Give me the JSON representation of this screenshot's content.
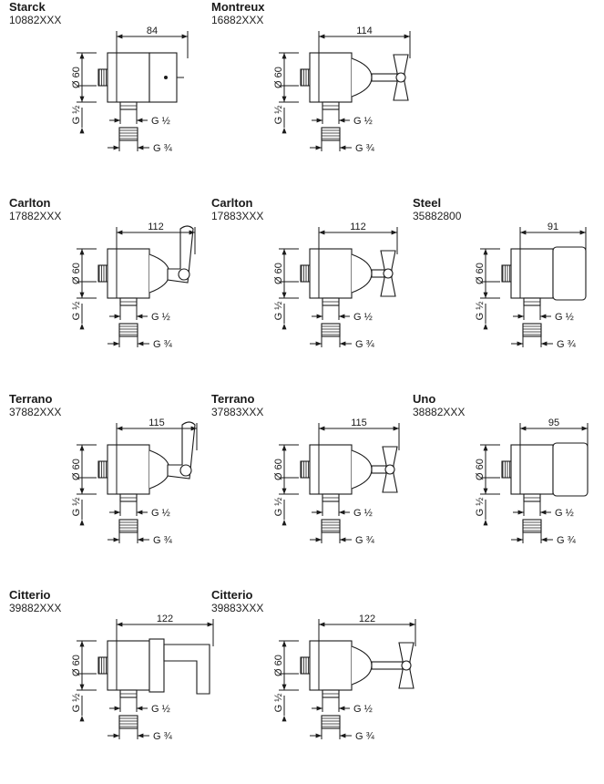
{
  "products": [
    {
      "name": "Starck",
      "code": "10882XXX",
      "width_dim": "84",
      "handle": "knob",
      "diameter": "Ø 60",
      "inlet_thread": "G ½",
      "nut_thread": "G ½",
      "outlet_thread": "G ¾"
    },
    {
      "name": "Montreux",
      "code": "16882XXX",
      "width_dim": "114",
      "handle": "cross",
      "diameter": "Ø 60",
      "inlet_thread": "G ½",
      "nut_thread": "G ½",
      "outlet_thread": "G ¾"
    },
    {
      "name": "Carlton",
      "code": "17882XXX",
      "width_dim": "112",
      "handle": "lever",
      "diameter": "Ø 60",
      "inlet_thread": "G ½",
      "nut_thread": "G ½",
      "outlet_thread": "G ¾"
    },
    {
      "name": "Carlton",
      "code": "17883XXX",
      "width_dim": "112",
      "handle": "cross",
      "diameter": "Ø 60",
      "inlet_thread": "G ½",
      "nut_thread": "G ½",
      "outlet_thread": "G ¾"
    },
    {
      "name": "Steel",
      "code": "35882800",
      "width_dim": "91",
      "handle": "block",
      "diameter": "Ø 60",
      "inlet_thread": "G ½",
      "nut_thread": "G ½",
      "outlet_thread": "G ¾"
    },
    {
      "name": "Terrano",
      "code": "37882XXX",
      "width_dim": "115",
      "handle": "lever",
      "diameter": "Ø 60",
      "inlet_thread": "G ½",
      "nut_thread": "G ½",
      "outlet_thread": "G ¾"
    },
    {
      "name": "Terrano",
      "code": "37883XXX",
      "width_dim": "115",
      "handle": "cross",
      "diameter": "Ø 60",
      "inlet_thread": "G ½",
      "nut_thread": "G ½",
      "outlet_thread": "G ¾"
    },
    {
      "name": "Uno",
      "code": "38882XXX",
      "width_dim": "95",
      "handle": "block",
      "diameter": "Ø 60",
      "inlet_thread": "G ½",
      "nut_thread": "G ½",
      "outlet_thread": "G ¾"
    },
    {
      "name": "Citterio",
      "code": "39882XXX",
      "width_dim": "122",
      "handle": "lever-l",
      "diameter": "Ø 60",
      "inlet_thread": "G ½",
      "nut_thread": "G ½",
      "outlet_thread": "G ¾"
    },
    {
      "name": "Citterio",
      "code": "39883XXX",
      "width_dim": "122",
      "handle": "cross",
      "diameter": "Ø 60",
      "inlet_thread": "G ½",
      "nut_thread": "G ½",
      "outlet_thread": "G ¾"
    }
  ]
}
